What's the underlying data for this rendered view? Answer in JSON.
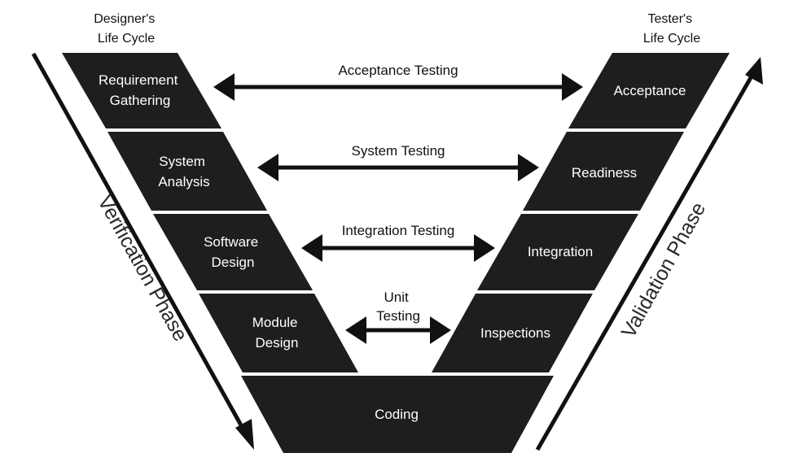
{
  "headers": {
    "designer": [
      "Designer's",
      "Life Cycle"
    ],
    "tester": [
      "Tester's",
      "Life Cycle"
    ]
  },
  "phases": {
    "verification": "Verification Phase",
    "validation": "Validation Phase"
  },
  "left_blocks": [
    [
      "Requirement",
      "Gathering"
    ],
    [
      "System",
      "Analysis"
    ],
    [
      "Software",
      "Design"
    ],
    [
      "Module",
      "Design"
    ]
  ],
  "right_blocks": [
    "Acceptance",
    "Readiness",
    "Integration",
    "Inspections"
  ],
  "bottom_block": "Coding",
  "links": [
    [
      "Acceptance Testing"
    ],
    [
      "System Testing"
    ],
    [
      "Integration Testing"
    ],
    [
      "Unit",
      "Testing"
    ]
  ],
  "colors": {
    "block": "#1e1e1e",
    "text_on_block": "#ffffff",
    "ink": "#111111"
  }
}
